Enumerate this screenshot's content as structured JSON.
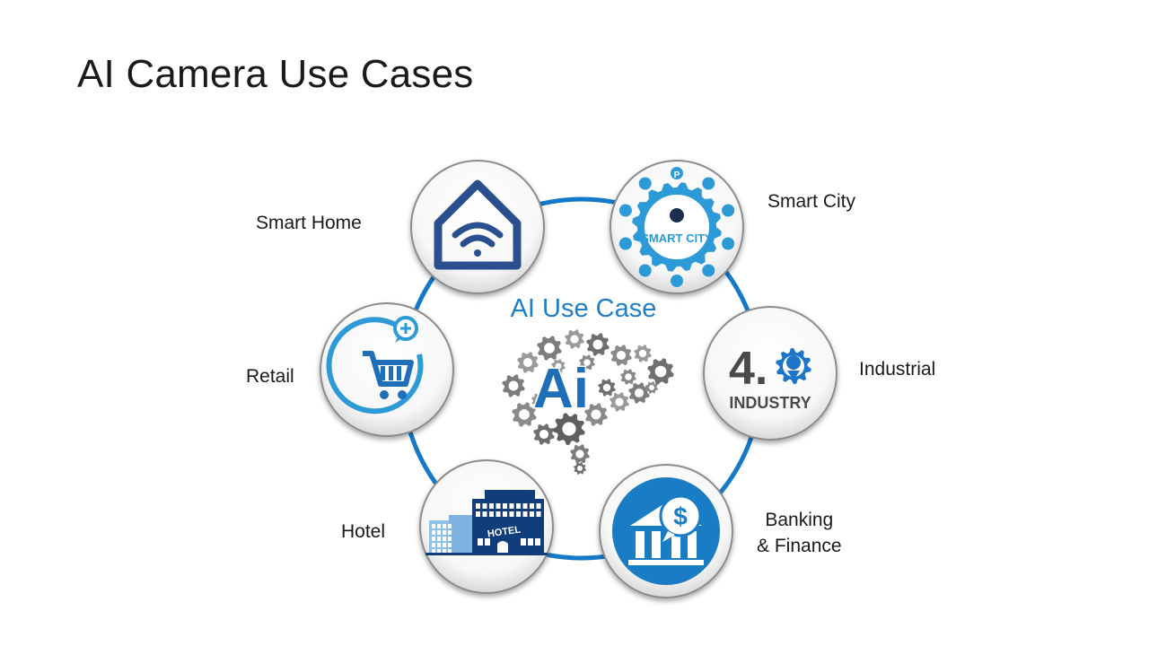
{
  "slide": {
    "title": "AI Camera Use Cases"
  },
  "diagram": {
    "center": {
      "label": "AI Use Case",
      "badge": "Ai",
      "icon": "gear-brain-icon"
    },
    "nodes": [
      {
        "id": "smart-home",
        "label": "Smart Home",
        "icon": "wifi-house-icon"
      },
      {
        "id": "smart-city",
        "label": "Smart City",
        "icon": "smart-city-icon",
        "badge_text": "SMART CITY",
        "pin_text": "P"
      },
      {
        "id": "industrial",
        "label": "Industrial",
        "icon": "industry-4-icon",
        "badge_number": "4.",
        "badge_text": "INDUSTRY"
      },
      {
        "id": "banking",
        "label_lines": [
          "Banking",
          "& Finance"
        ],
        "icon": "bank-dollar-icon",
        "badge_symbol": "$"
      },
      {
        "id": "hotel",
        "label": "Hotel",
        "icon": "hotel-building-icon",
        "sign_text": "HOTEL"
      },
      {
        "id": "retail",
        "label": "Retail",
        "icon": "shopping-cart-icon"
      }
    ],
    "colors": {
      "ring": "#1479c8",
      "primary_icon": "#2a4f8f",
      "accent_blue": "#2d9ad8",
      "industry_gray": "#4a4a4a",
      "navy": "#0f3e7a",
      "light_blue": "#8fc1e8",
      "gear_gray": "#8a8a8a"
    }
  }
}
